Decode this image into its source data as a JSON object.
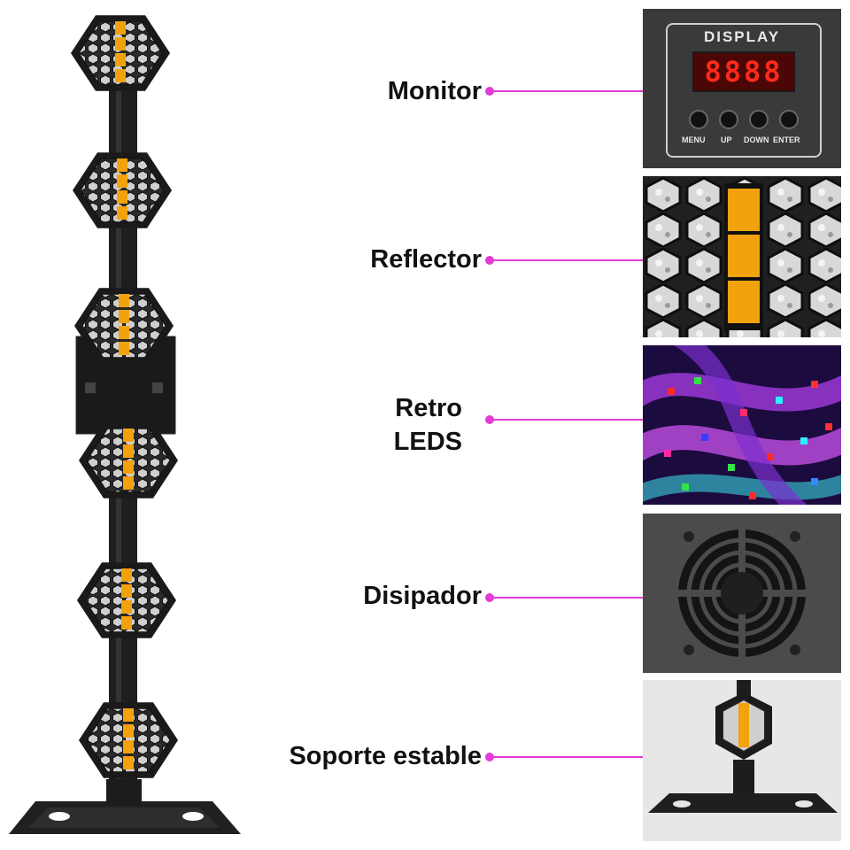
{
  "features": [
    {
      "label": "Monitor"
    },
    {
      "label": "Reflector"
    },
    {
      "label": "Retro",
      "label2": "LEDS"
    },
    {
      "label": "Disipador"
    },
    {
      "label": "Soporte estable"
    }
  ],
  "display_panel": {
    "title": "DISPLAY",
    "readout": "8888",
    "buttons": [
      "MENU",
      "UP",
      "DOWN",
      "ENTER"
    ]
  },
  "colors": {
    "accent": "#e23bd6",
    "led_amber": "#f2a20c",
    "display_red": "#ff2a1a",
    "fixture_black": "#1b1b1b"
  }
}
